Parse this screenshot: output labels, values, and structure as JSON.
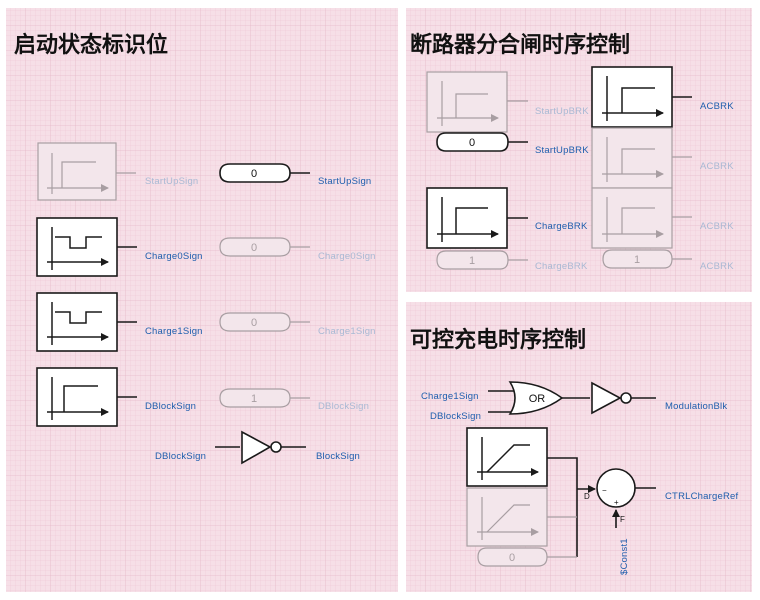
{
  "panels": {
    "startup": {
      "title": "启动状态标识位"
    },
    "breaker": {
      "title": "断路器分合闸时序控制"
    },
    "charge": {
      "title": "可控充电时序控制"
    }
  },
  "startup_signals": {
    "startup_sign": "StartUpSign",
    "charge0_sign": "Charge0Sign",
    "charge1_sign": "Charge1Sign",
    "dblock_sign": "DBlockSign",
    "block_sign": "BlockSign",
    "const_startup": "0",
    "const_charge0": "0",
    "const_charge1": "0",
    "const_dblock": "1"
  },
  "breaker_signals": {
    "startup_brk": "StartUpBRK",
    "charge_brk": "ChargeBRK",
    "acbrk": "ACBRK",
    "const_startup": "0",
    "const_charge": "1",
    "const_ac": "1"
  },
  "charge_signals": {
    "charge1_sign": "Charge1Sign",
    "dblock_sign": "DBlockSign",
    "gate_label": "OR",
    "modulation": "ModulationBlk",
    "ctrl": "CTRLChargeRef",
    "const_name": "$Const1",
    "const_zero": "0",
    "port_d": "D",
    "port_f": "F",
    "minus": "−",
    "plus": "+"
  },
  "icons": {
    "step": "step-waveform-icon",
    "pulse": "pulse-dip-waveform-icon",
    "ramp": "ramp-waveform-icon",
    "not": "not-gate-icon",
    "or": "or-gate-icon",
    "sum": "summing-junction-icon"
  },
  "colors": {
    "panel": "#f6dfe7",
    "signal": "#1f5fae",
    "signal_dim": "#a9b9d4",
    "block_dim": "#a89ea2"
  }
}
